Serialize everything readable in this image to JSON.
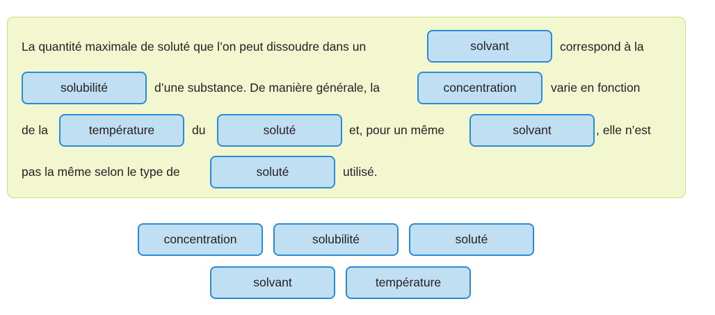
{
  "sentence": {
    "t1": "La quantité maximale de soluté que l’on peut dissoudre dans un",
    "t2": "correspond à la",
    "t3": "d’une substance. De manière générale, la",
    "t4": "varie en fonction",
    "t5": "de la",
    "t6": "du",
    "t7": "et, pour un même",
    "t8": ", elle n’est",
    "t9": "pas la même selon le type de",
    "t10": "utilisé."
  },
  "blanks": [
    "solvant",
    "solubilité",
    "concentration",
    "température",
    "soluté",
    "solvant",
    "soluté"
  ],
  "word_bank": [
    "concentration",
    "solubilité",
    "soluté",
    "solvant",
    "température"
  ],
  "colors": {
    "panel": "#f2f7d0",
    "chip": "#c0dff3",
    "chip_border": "#2a8ad4"
  }
}
